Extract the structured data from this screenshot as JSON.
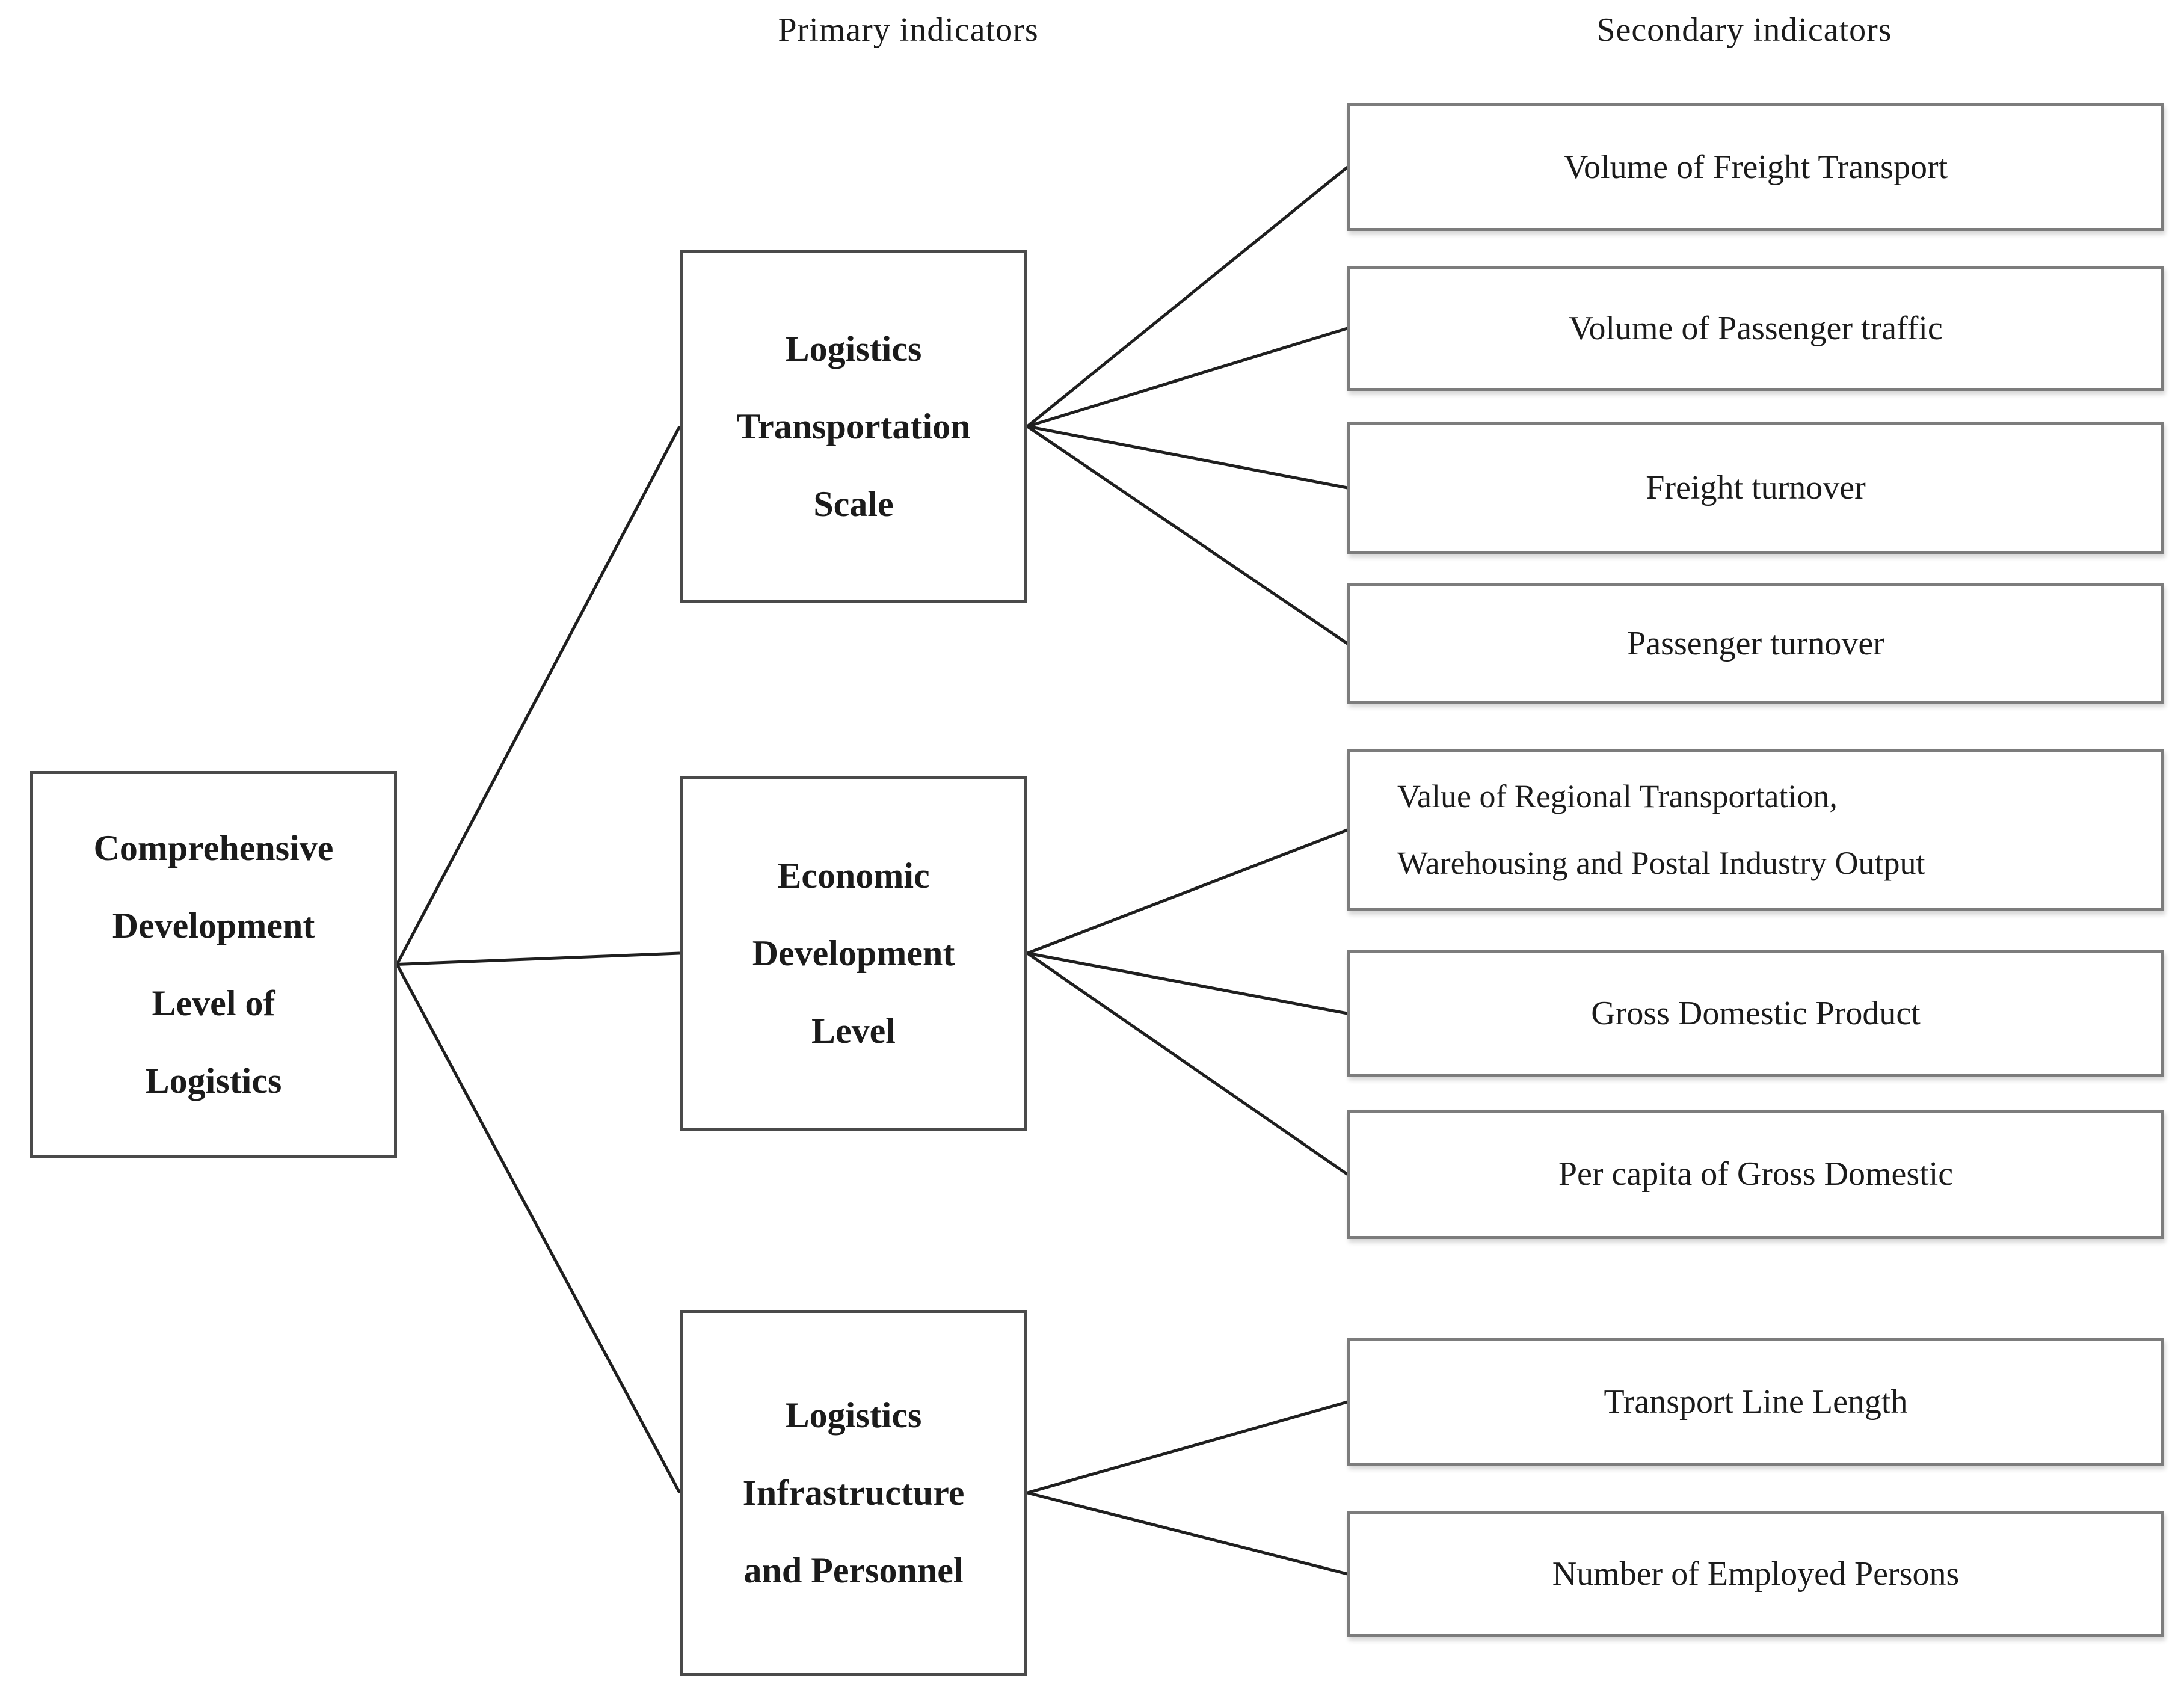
{
  "headers": {
    "primary": "Primary indicators",
    "secondary": "Secondary indicators"
  },
  "tree": {
    "root": {
      "id": "root",
      "label": "Comprehensive Development Level of Logistics",
      "lines": [
        "Comprehensive",
        "Development",
        "Level of",
        "Logistics"
      ],
      "children": [
        "p1",
        "p2",
        "p3"
      ]
    },
    "primary": [
      {
        "id": "p1",
        "label": "Logistics Transportation Scale",
        "lines": [
          "Logistics",
          "Transportation",
          "Scale"
        ],
        "children": [
          "s1",
          "s2",
          "s3",
          "s4"
        ]
      },
      {
        "id": "p2",
        "label": "Economic Development Level",
        "lines": [
          "Economic",
          "Development",
          "Level"
        ],
        "children": [
          "s5",
          "s6",
          "s7"
        ]
      },
      {
        "id": "p3",
        "label": "Logistics Infrastructure and Personnel",
        "lines": [
          "Logistics",
          "Infrastructure",
          "and Personnel"
        ],
        "children": [
          "s8",
          "s9"
        ]
      }
    ],
    "secondary": [
      {
        "id": "s1",
        "label": "Volume of Freight Transport"
      },
      {
        "id": "s2",
        "label": "Volume of Passenger traffic"
      },
      {
        "id": "s3",
        "label": "Freight turnover"
      },
      {
        "id": "s4",
        "label": "Passenger turnover"
      },
      {
        "id": "s5",
        "label": "Value of Regional Transportation, Warehousing and Postal Industry Output",
        "lines": [
          "Value of Regional Transportation,",
          "Warehousing and Postal Industry Output"
        ],
        "align": "left"
      },
      {
        "id": "s6",
        "label": "Gross Domestic Product"
      },
      {
        "id": "s7",
        "label": "Per capita of Gross Domestic"
      },
      {
        "id": "s8",
        "label": "Transport Line Length"
      },
      {
        "id": "s9",
        "label": "Number of Employed Persons"
      }
    ]
  },
  "colors": {
    "background": "#ffffff",
    "text": "#1b1b1b",
    "line": "#1f1f1f",
    "box_border_dark": "#4a4a4a",
    "box_border_light": "#7c7c7c"
  }
}
